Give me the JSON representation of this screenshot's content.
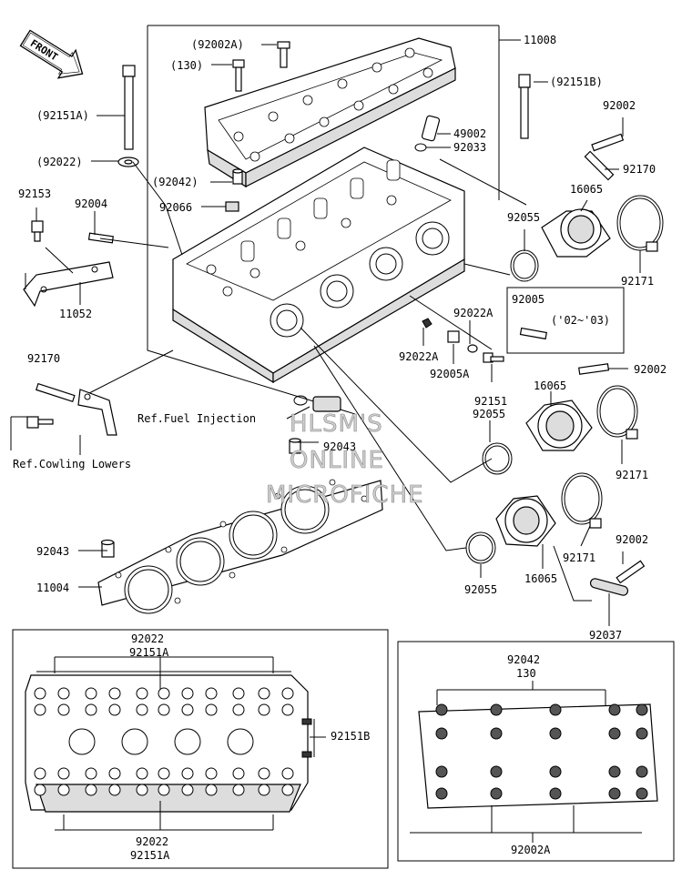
{
  "front_arrow": "FRONT",
  "labels": {
    "p11008": "11008",
    "p92002A_top": "(92002A)",
    "p130_top": "(130)",
    "p92151A_side": "(92151A)",
    "p92022_side": "(92022)",
    "p92042_side": "(92042)",
    "p92066": "92066",
    "p92151B_side": "(92151B)",
    "p49002": "49002",
    "p92033": "92033",
    "p92002_a": "92002",
    "p92170_a": "92170",
    "p16065_a": "16065",
    "p92055_a": "92055",
    "p92171_a": "92171",
    "p92153": "92153",
    "p92004": "92004",
    "p11052": "11052",
    "p92005": "92005",
    "p92005_note": "('02~'03)",
    "p92022A_a": "92022A",
    "p92022A_b": "92022A",
    "p92005A": "92005A",
    "p92002_b": "92002",
    "p92151": "92151",
    "p16065_b": "16065",
    "p92055_b": "92055",
    "p92171_b": "92171",
    "p92170_b": "92170",
    "ref_fuel": "Ref.Fuel Injection",
    "p92043_a": "92043",
    "ref_cowling": "Ref.Cowling Lowers",
    "p92043_b": "92043",
    "p11004": "11004",
    "p92055_c": "92055",
    "p16065_c": "16065",
    "p92171_c": "92171",
    "p92002_c": "92002",
    "p92037": "92037",
    "box1_top1": "92022",
    "box1_top2": "92151A",
    "box1_side": "92151B",
    "box1_bot1": "92022",
    "box1_bot2": "92151A",
    "box2_top1": "92042",
    "box2_top2": "130",
    "box2_bot": "92002A"
  },
  "watermark": {
    "line1": "HLSM'S",
    "line2": "ONLINE",
    "line3": "MICROFICHE"
  }
}
